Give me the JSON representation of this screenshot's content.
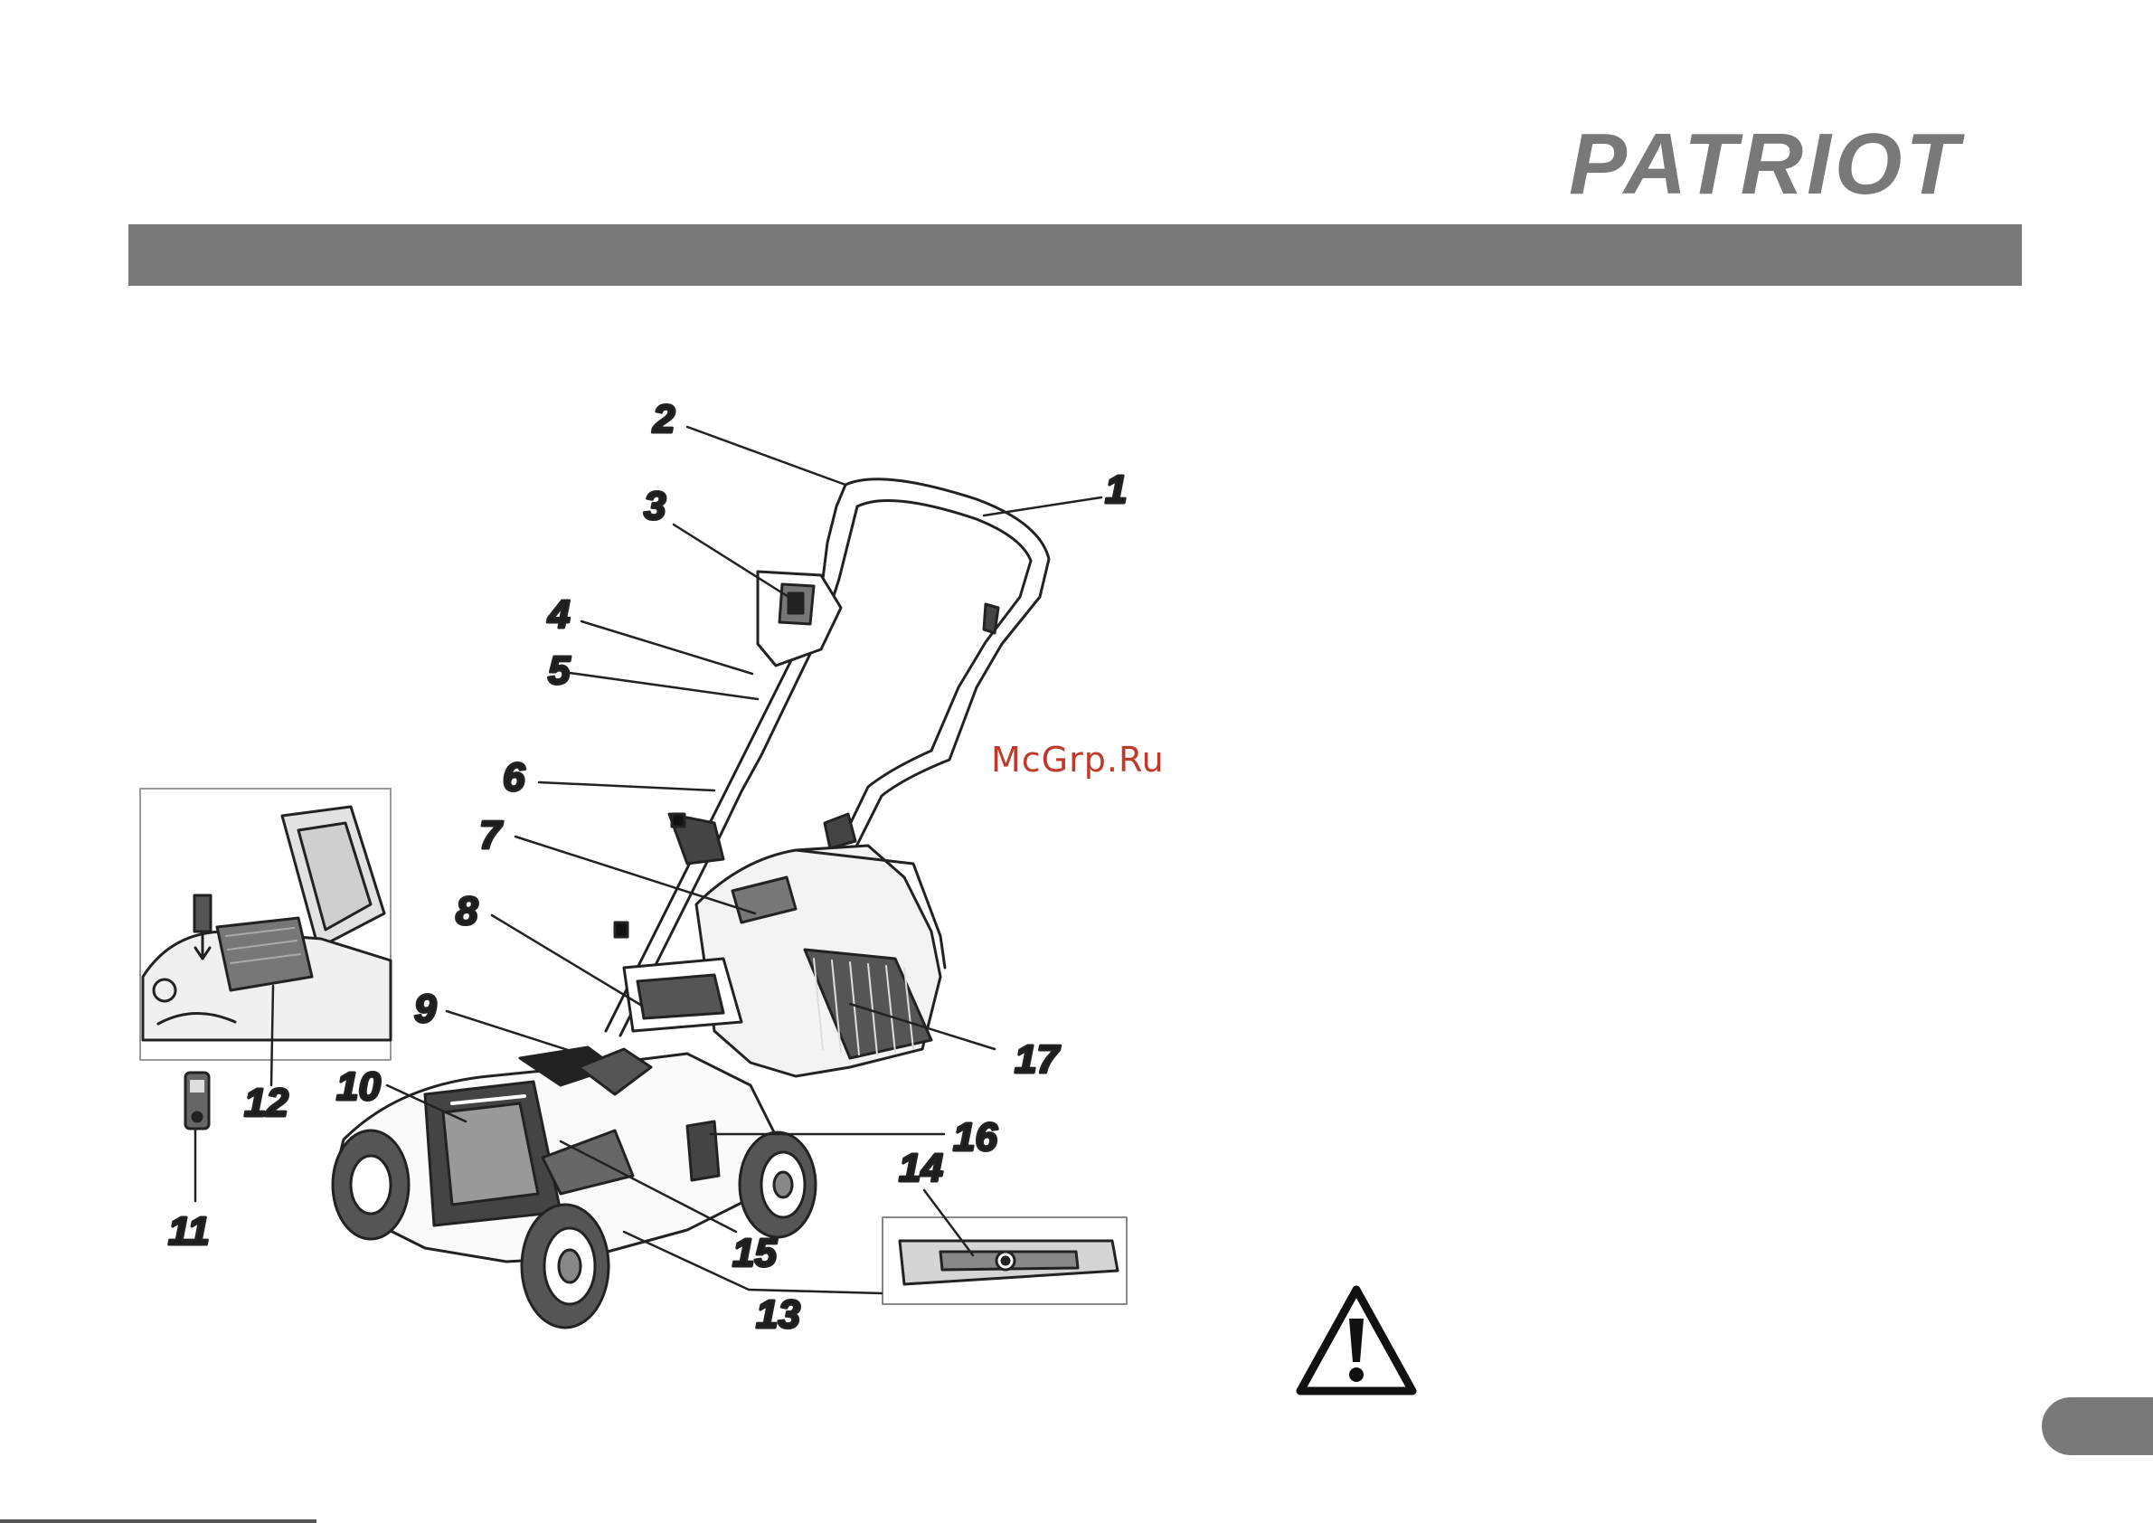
{
  "brand": {
    "logo_text": "PATRIOT",
    "color": "#7a797a"
  },
  "header_bar": {
    "color": "#7a797a"
  },
  "diagram": {
    "callouts": [
      "1",
      "2",
      "3",
      "4",
      "5",
      "6",
      "7",
      "8",
      "9",
      "10",
      "11",
      "12",
      "13",
      "14",
      "15",
      "16",
      "17"
    ]
  },
  "watermark": {
    "text": "McGrp.Ru",
    "color": "#c0392b"
  },
  "warning": {
    "icon": "warning-triangle-icon"
  },
  "page_tab": {
    "color": "#7a797a"
  }
}
